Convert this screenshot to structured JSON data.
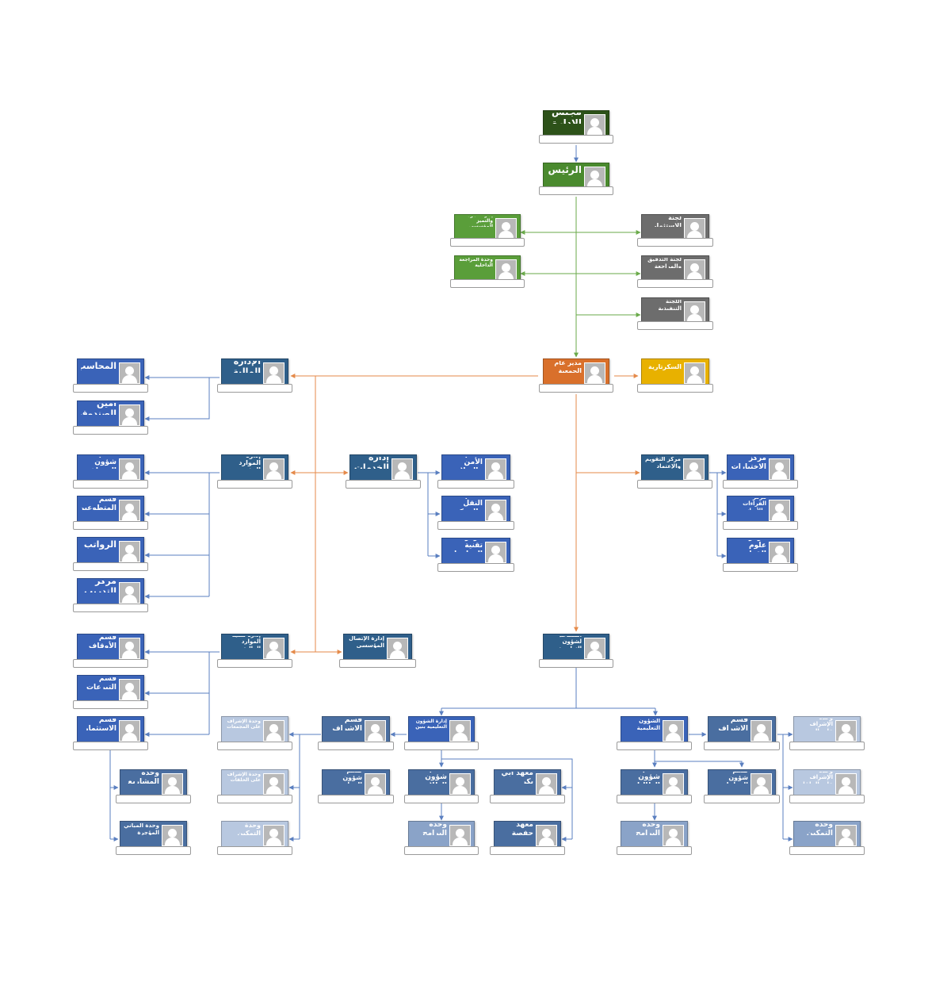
{
  "colors": {
    "dark_green": "#2d5219",
    "green": "#4a8a2e",
    "light_green": "#5a9e3a",
    "gray": "#6d6d6d",
    "orange": "#d9702b",
    "gold": "#e8b100",
    "navy": "#2f5f8a",
    "blue": "#3a63b8",
    "steel": "#4a6ea0",
    "light_blue": "#8aa3c8",
    "pale_blue": "#b8c8e0",
    "line_green": "#6aaa4a",
    "line_orange": "#e58a4a",
    "line_blue": "#5a7fc0"
  },
  "nodes": [
    {
      "id": "board",
      "label": "مجلس الإدارة",
      "color": "#2d5219",
      "fs": 12
    },
    {
      "id": "president",
      "label": "الرئيس",
      "color": "#4a8a2e",
      "fs": 12
    },
    {
      "id": "quality",
      "label": "إدارة الجودة والتميز المؤسسي",
      "color": "#5a9e3a",
      "fs": 6
    },
    {
      "id": "audit_unit",
      "label": "وحدة المراجعة الداخلية",
      "color": "#5a9e3a",
      "fs": 6
    },
    {
      "id": "invest_committee",
      "label": "لجنة الإستثمار",
      "color": "#6d6d6d",
      "fs": 8
    },
    {
      "id": "audit_committee",
      "label": "لجنة التدقيق والمراجعة",
      "color": "#6d6d6d",
      "fs": 7
    },
    {
      "id": "exec_committee",
      "label": "اللجنة التنفيذية",
      "color": "#6d6d6d",
      "fs": 7
    },
    {
      "id": "gm",
      "label": "مدير عام الجمعية",
      "color": "#d9702b",
      "fs": 8
    },
    {
      "id": "secretary",
      "label": "السكرتارية",
      "color": "#e8b100",
      "fs": 8
    },
    {
      "id": "finance",
      "label": "الإدارة المالية",
      "color": "#2f5f8a",
      "fs": 11
    },
    {
      "id": "accountant",
      "label": "المحاسب",
      "color": "#3a63b8",
      "fs": 11
    },
    {
      "id": "treasurer",
      "label": "أمين الصندوق",
      "color": "#3a63b8",
      "fs": 11
    },
    {
      "id": "hr",
      "label": "إدارة الموارد البشرية",
      "color": "#2f5f8a",
      "fs": 8
    },
    {
      "id": "services",
      "label": "إدارة الخدمات",
      "color": "#2f5f8a",
      "fs": 11
    },
    {
      "id": "employees",
      "label": "قسم شؤون الموظفين",
      "color": "#3a63b8",
      "fs": 9
    },
    {
      "id": "volunteers",
      "label": "قسم المتطوعين",
      "color": "#3a63b8",
      "fs": 9
    },
    {
      "id": "salaries",
      "label": "الرواتب",
      "color": "#3a63b8",
      "fs": 11
    },
    {
      "id": "training",
      "label": "مركز التدريب",
      "color": "#3a63b8",
      "fs": 11
    },
    {
      "id": "security",
      "label": "قسم الأمن والسلامة",
      "color": "#3a63b8",
      "fs": 9
    },
    {
      "id": "transport",
      "label": "قسم النقل والحركة",
      "color": "#3a63b8",
      "fs": 9
    },
    {
      "id": "it",
      "label": "مركز تقنية المعلومات",
      "color": "#3a63b8",
      "fs": 9
    },
    {
      "id": "eval_center",
      "label": "مركز التقويم والإعتماد",
      "color": "#2f5f8a",
      "fs": 7
    },
    {
      "id": "tests_center",
      "label": "مركز الإختبارات",
      "color": "#3a63b8",
      "fs": 9
    },
    {
      "id": "readings_center",
      "label": "مركز القراءات والأسانيد",
      "color": "#3a63b8",
      "fs": 7
    },
    {
      "id": "quran_center",
      "label": "مركز علوم القران",
      "color": "#3a63b8",
      "fs": 9
    },
    {
      "id": "fin_dev",
      "label": "إدارة تنمية الموارد المالية",
      "color": "#2f5f8a",
      "fs": 7
    },
    {
      "id": "comm",
      "label": "إدارة الإتصال المؤسسي",
      "color": "#2f5f8a",
      "fs": 7
    },
    {
      "id": "assistant",
      "label": "المساعد لشؤون التعليمية",
      "color": "#2f5f8a",
      "fs": 7
    },
    {
      "id": "endow",
      "label": "قسم الأوقاف",
      "color": "#3a63b8",
      "fs": 9
    },
    {
      "id": "donations",
      "label": "قسم التبرعات",
      "color": "#3a63b8",
      "fs": 9
    },
    {
      "id": "invest_dept",
      "label": "قسم الإستثمار",
      "color": "#3a63b8",
      "fs": 9
    },
    {
      "id": "projects",
      "label": "وحدة المشاريع",
      "color": "#4a6ea0",
      "fs": 9
    },
    {
      "id": "rented_bld",
      "label": "وحدة المباني المؤجرة",
      "color": "#4a6ea0",
      "fs": 7
    },
    {
      "id": "boys_edu",
      "label": "إدارة الشؤون التعليمية بنين",
      "color": "#3a63b8",
      "fs": 6
    },
    {
      "id": "girls_edu",
      "label": "إدارة الشؤون التعليمية بنات",
      "color": "#3a63b8",
      "fs": 7
    },
    {
      "id": "boys_super",
      "label": "قسم الإشراف",
      "color": "#4a6ea0",
      "fs": 9
    },
    {
      "id": "boys_sup_mosque",
      "label": "وحدة الإشراف على المجمعات",
      "color": "#b8c8e0",
      "fs": 6
    },
    {
      "id": "boys_sup_circles",
      "label": "وحدة الإشراف على الحلقات",
      "color": "#b8c8e0",
      "fs": 6
    },
    {
      "id": "boys_empower",
      "label": "وحدة التمكين",
      "color": "#b8c8e0",
      "fs": 8
    },
    {
      "id": "teachers",
      "label": "قسم شؤون المعلمين",
      "color": "#4a6ea0",
      "fs": 8
    },
    {
      "id": "students",
      "label": "قسم شؤون الطلاب",
      "color": "#4a6ea0",
      "fs": 9
    },
    {
      "id": "boys_programs",
      "label": "وحدة البرامج",
      "color": "#8aa3c8",
      "fs": 9
    },
    {
      "id": "abubakr",
      "label": "معهد ابي بكر",
      "color": "#4a6ea0",
      "fs": 9
    },
    {
      "id": "hafsa",
      "label": "معهد حفصة",
      "color": "#4a6ea0",
      "fs": 9
    },
    {
      "id": "girls_super",
      "label": "قسم الإشراف",
      "color": "#4a6ea0",
      "fs": 9
    },
    {
      "id": "girls_sup_homes",
      "label": "وحدة الإشراف على الدور",
      "color": "#b8c8e0",
      "fs": 7
    },
    {
      "id": "girls_sup_circles",
      "label": "وحدة الإشراف على الحلقات",
      "color": "#b8c8e0",
      "fs": 7
    },
    {
      "id": "girls_empower",
      "label": "وحدة التمكين",
      "color": "#8aa3c8",
      "fs": 9
    },
    {
      "id": "female_students",
      "label": "قسم شؤون الطالبات",
      "color": "#4a6ea0",
      "fs": 9
    },
    {
      "id": "female_teachers",
      "label": "قسم شؤون المعلمات",
      "color": "#4a6ea0",
      "fs": 8
    },
    {
      "id": "girls_programs",
      "label": "وحدة البرامج",
      "color": "#8aa3c8",
      "fs": 9
    }
  ]
}
